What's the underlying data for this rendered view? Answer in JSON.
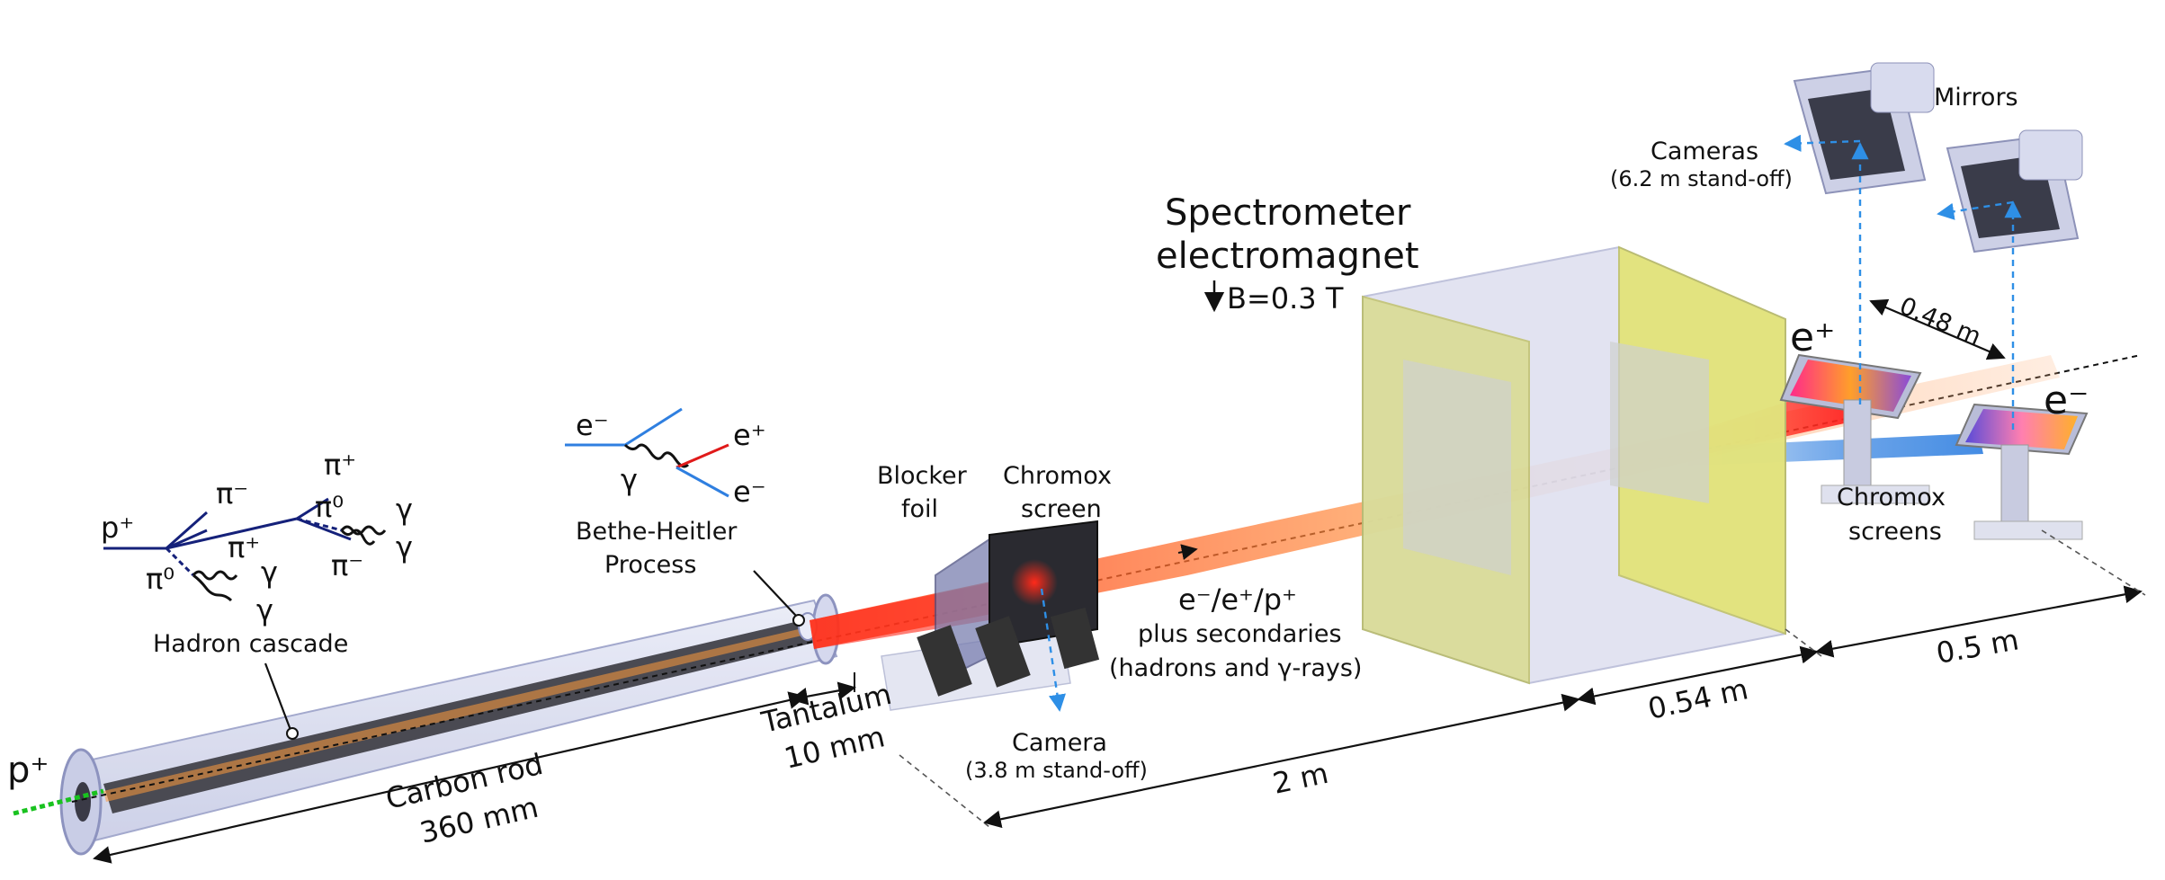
{
  "particles": {
    "proton_in": "p⁺",
    "positron": "e⁺",
    "electron": "e⁻"
  },
  "hadron_cascade": {
    "p_plus": "p⁺",
    "pi_minus_top": "π⁻",
    "pi_plus_mid": "π⁺",
    "pi_plus_right": "π⁺",
    "pi_zero_right": "π⁰",
    "pi_minus_right": "π⁻",
    "pi_zero_left": "π⁰",
    "gamma": "γ",
    "caption": "Hadron cascade"
  },
  "bethe_heitler": {
    "e_minus_in": "e⁻",
    "gamma": "γ",
    "e_plus_out": "e⁺",
    "e_minus_out": "e⁻",
    "caption_line1": "Bethe-Heitler",
    "caption_line2": "Process"
  },
  "labels": {
    "carbon_rod_line1": "Carbon rod",
    "carbon_rod_line2": "360 mm",
    "tantalum_line1": "Tantalum",
    "tantalum_line2": "10 mm",
    "blocker_line1": "Blocker",
    "blocker_line2": "foil",
    "chromox_line1": "Chromox",
    "chromox_line2": "screen",
    "camera_line1": "Camera",
    "camera_line2": "(3.8 m stand-off)",
    "beam_line1": "e⁻/e⁺/p⁺",
    "beam_line2": "plus secondaries",
    "beam_line3": "(hadrons and γ-rays)",
    "magnet_line1": "Spectrometer",
    "magnet_line2": "electromagnet",
    "magnet_field": "B=0.3 T",
    "cameras_line1": "Cameras",
    "cameras_line2": "(6.2 m stand-off)",
    "mirrors": "Mirrors",
    "screens_line1": "Chromox",
    "screens_line2": "screens"
  },
  "dimensions": {
    "d_2m": "2 m",
    "d_054m": "0.54 m",
    "d_05m": "0.5 m",
    "d_048m": "0.48 m"
  },
  "colors": {
    "positron_beam": "#ff2a1a",
    "electron_beam": "#2f7fe0",
    "proton_beam": "#19c21f",
    "magnet_yoke": "#d6d86a",
    "feynman_line": "#15217a"
  }
}
